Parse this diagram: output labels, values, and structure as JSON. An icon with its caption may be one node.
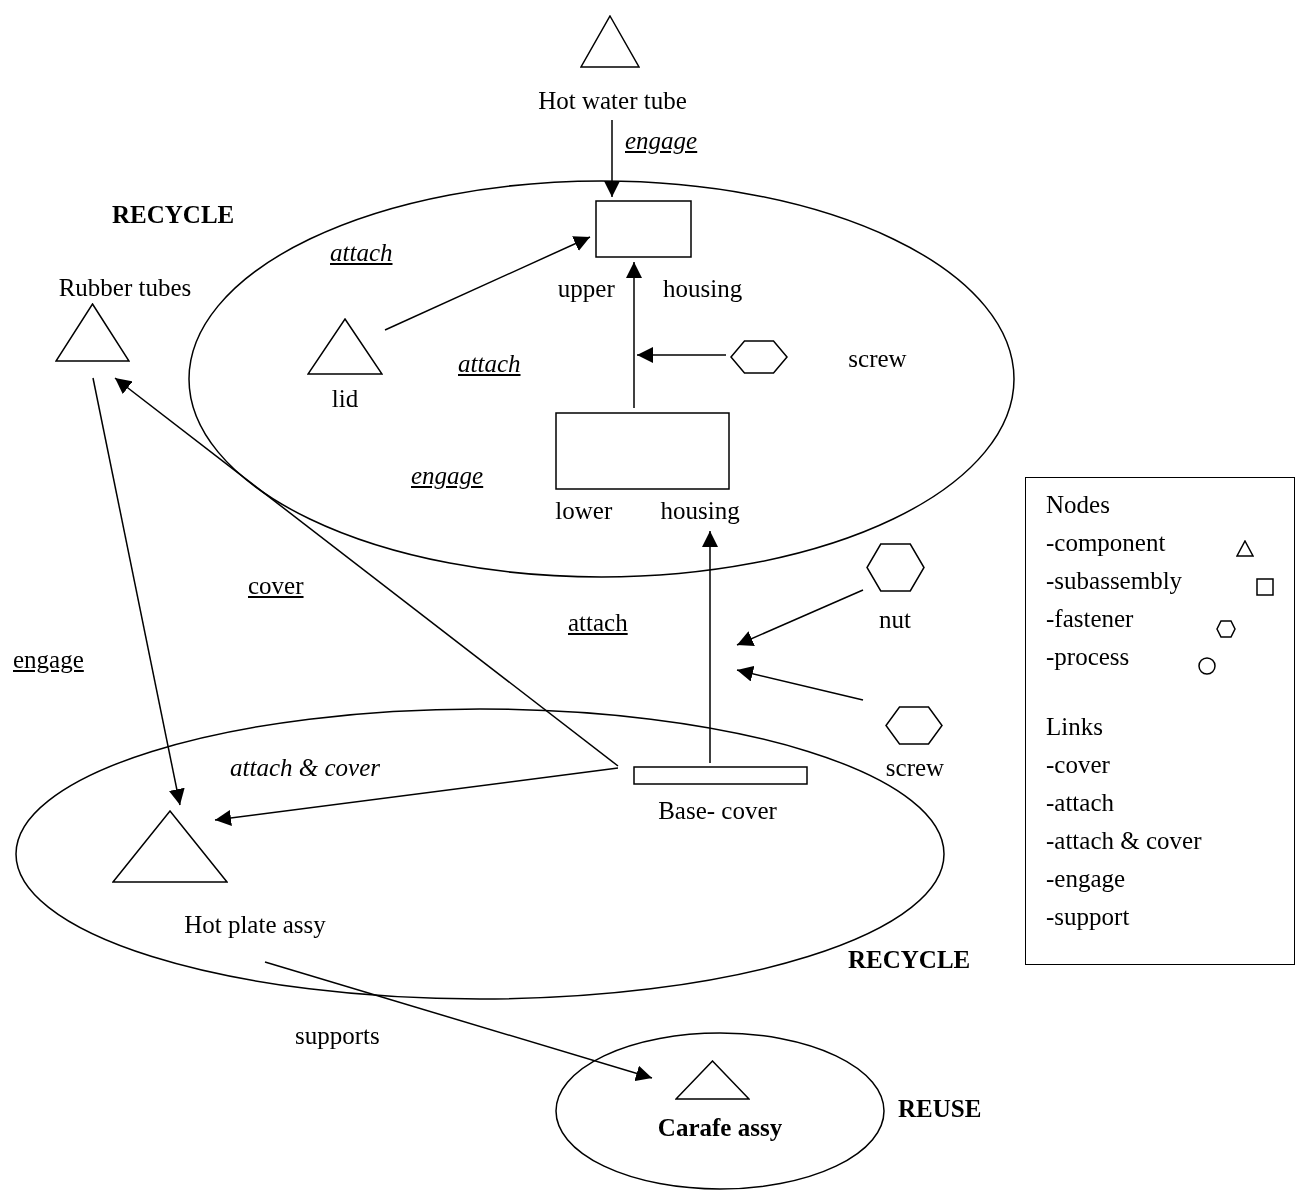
{
  "diagram": {
    "nodes": [
      {
        "text": [
          "Hot water tube"
        ]
      },
      {
        "text": [
          "RECYCLE"
        ]
      },
      {
        "text": [
          "upper housing"
        ],
        "in": 1
      },
      {
        "text": [
          "lid"
        ],
        "in": 1
      },
      {
        "text": [
          "screw"
        ],
        "in": 1
      },
      {
        "text": [
          "lower housing"
        ],
        "in": 1
      },
      {
        "text": [
          "Rubber tubes"
        ]
      },
      {
        "text": [
          "RECYCLE"
        ]
      },
      {
        "text": [
          "Hot plate assy"
        ],
        "in": 7
      },
      {
        "text": [
          "Base- cover"
        ],
        "in": 7
      },
      {
        "text": [
          "nut"
        ]
      },
      {
        "text": [
          "screw"
        ]
      },
      {
        "text": [
          "REUSE"
        ]
      },
      {
        "text": [
          "Carafe assy"
        ],
        "in": 12
      }
    ],
    "edges": [
      {
        "from": 0,
        "to": 2,
        "arrow": "to",
        "label": "engage"
      },
      {
        "from": 3,
        "to": 2,
        "arrow": "to",
        "label": "attach"
      },
      {
        "from": 5,
        "to": 2,
        "arrow": "to",
        "label": "attach"
      },
      {
        "from": 4,
        "to": null,
        "arrow": "to"
      },
      {
        "from": 9,
        "to": 5,
        "arrow": "to",
        "label": "attach"
      },
      {
        "from": 10,
        "to": null,
        "arrow": "to"
      },
      {
        "from": 11,
        "to": null,
        "arrow": "to"
      },
      {
        "from": 6,
        "to": 8,
        "arrow": "to",
        "label": "engage"
      },
      {
        "from": 9,
        "to": 6,
        "arrow": "to",
        "label": "cover"
      },
      {
        "from": 9,
        "to": 8,
        "arrow": "to",
        "label": "attach & cover"
      },
      {
        "from": 8,
        "to": 13,
        "arrow": "to",
        "label": "supports"
      }
    ],
    "labels": [
      "engage"
    ],
    "legend": [
      {
        "text": "Nodes"
      },
      {
        "text": "-component"
      },
      {
        "text": "-subassembly"
      },
      {
        "text": "-fastener"
      },
      {
        "text": "-process"
      },
      {
        "text": "Links"
      },
      {
        "text": "-cover"
      },
      {
        "text": "-attach"
      },
      {
        "text": "-attach & cover"
      },
      {
        "text": "-engage"
      },
      {
        "text": "-support"
      }
    ]
  }
}
